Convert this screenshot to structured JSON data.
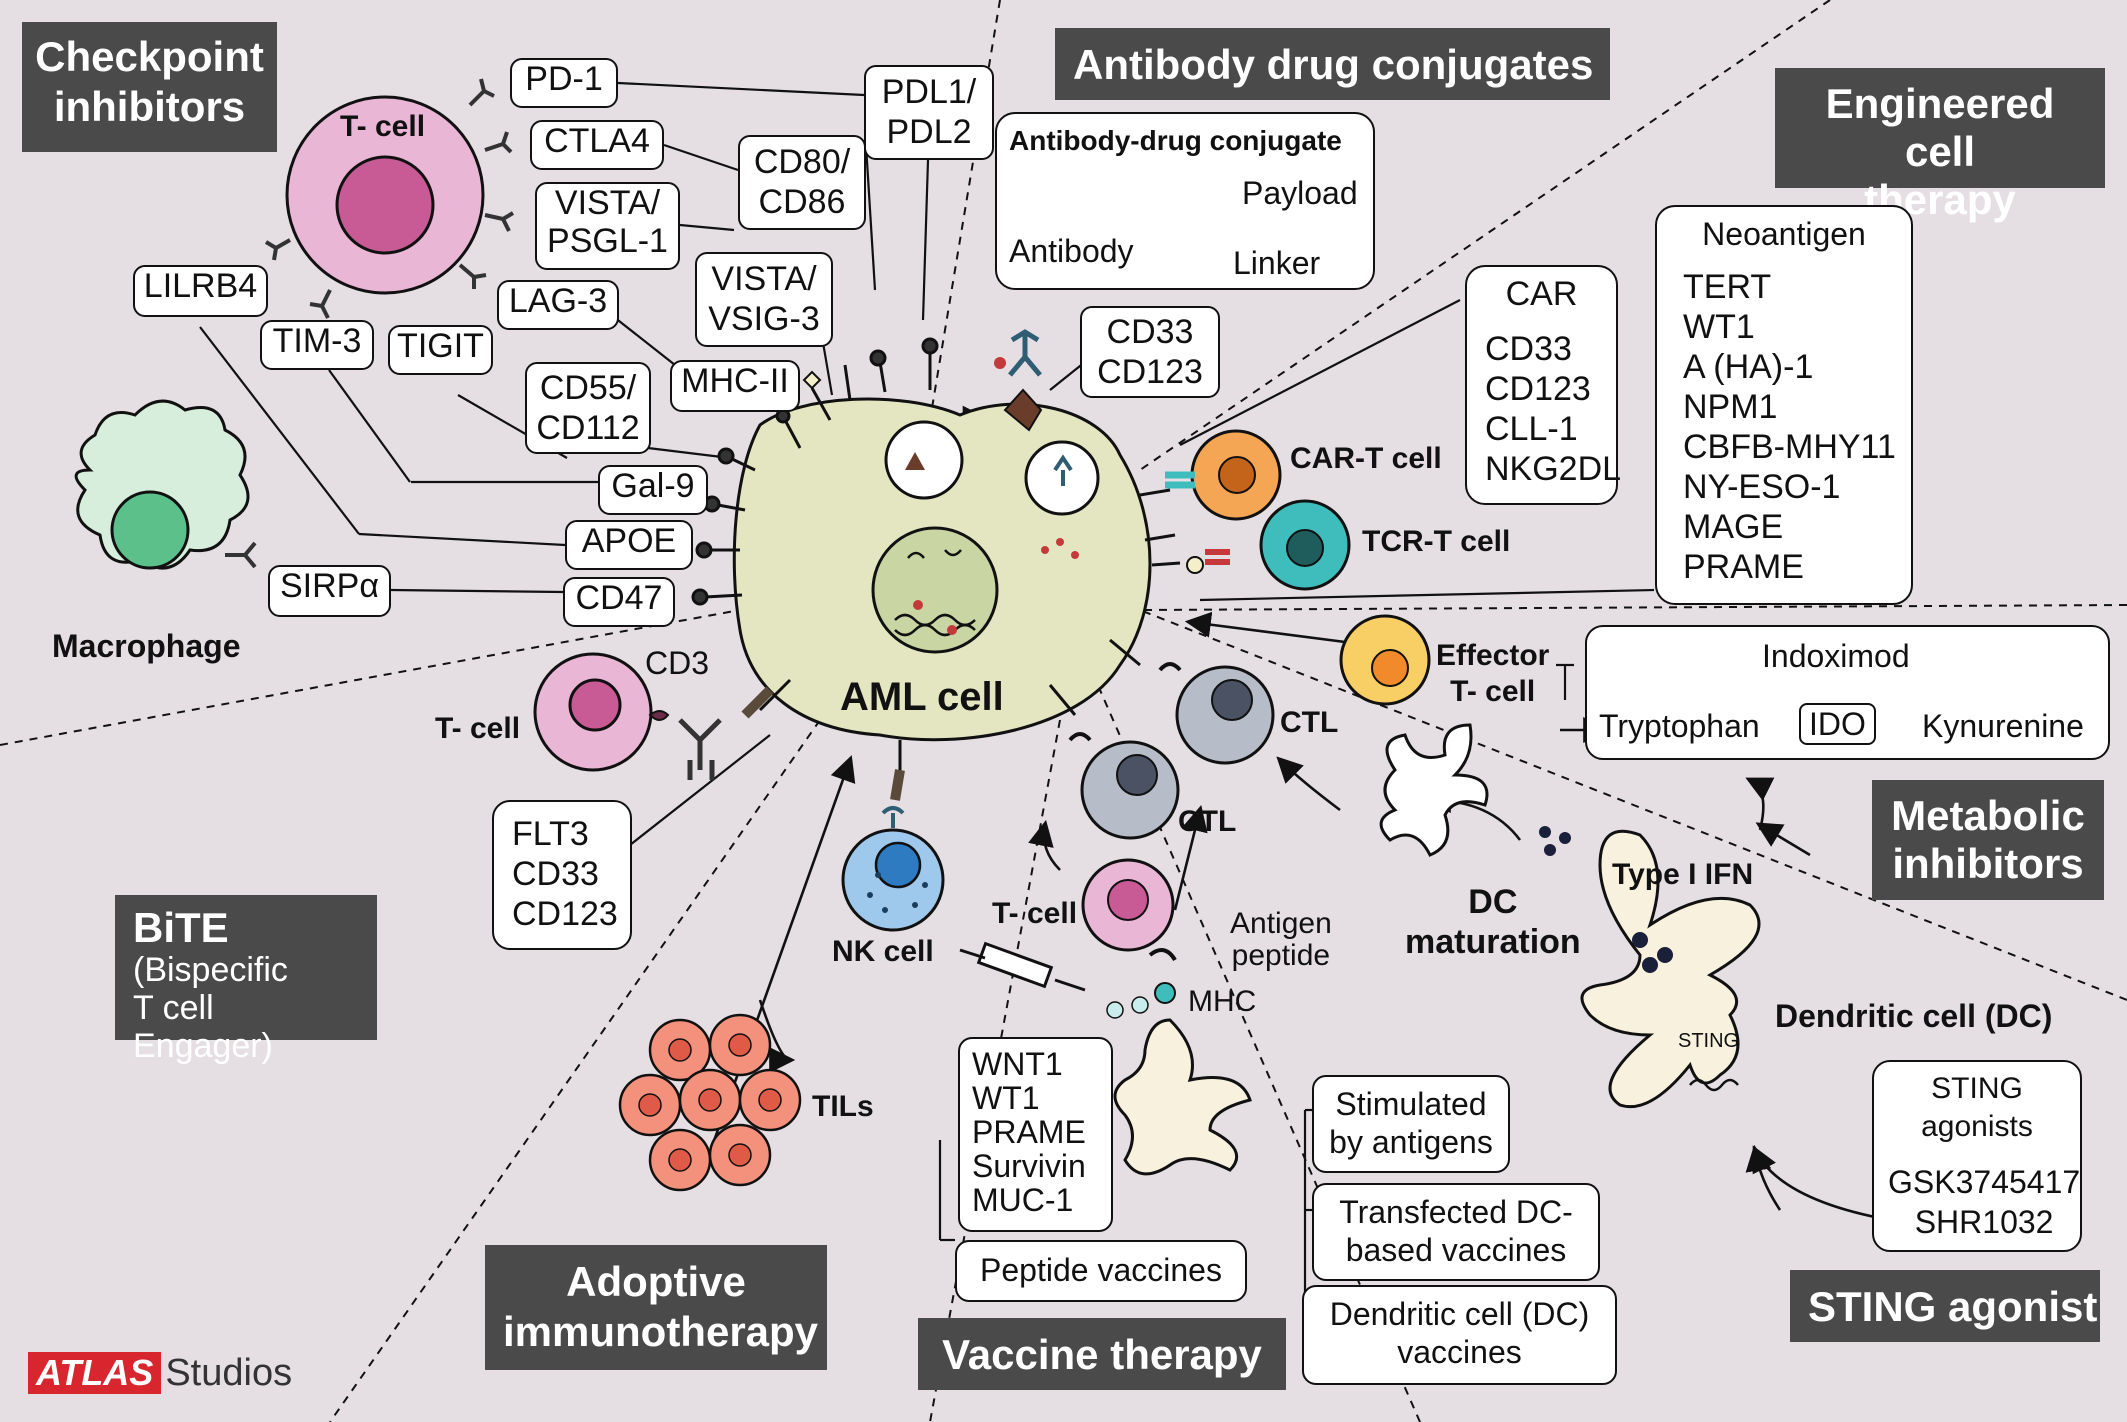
{
  "sections": {
    "checkpoint": "Checkpoint\ninhibitors",
    "adc": "Antibody drug conjugates",
    "engineered": "Engineered cell\ntherapy",
    "metabolic": "Metabolic\ninhibitors",
    "sting": "STING agonist",
    "vaccine": "Vaccine therapy",
    "adoptive": "Adoptive\nimmunotherapy",
    "bite_title": "BiTE",
    "bite_sub": "(Bispecific\nT cell Engager)"
  },
  "cells": {
    "aml": "AML cell",
    "tcell_top": "T- cell",
    "macrophage": "Macrophage",
    "tcell_bite": "T- cell",
    "cd3": "CD3",
    "nk": "NK cell",
    "tils": "TILs",
    "car_t": "CAR-T cell",
    "tcr_t": "TCR-T cell",
    "effector": "Effector\nT- cell",
    "ctl1": "CTL",
    "ctl2": "CTL",
    "tcell_vac": "T- cell",
    "antigen_peptide": "Antigen\npeptide",
    "mhc": "MHC",
    "dc_maturation": "DC\nmaturation",
    "type1_ifn": "Type I IFN",
    "dendritic": "Dendritic cell (DC)",
    "sting_inner": "STING"
  },
  "checkpoint_labels": {
    "pd1": "PD-1",
    "ctla4": "CTLA4",
    "vista_psgl": "VISTA/\nPSGL-1",
    "lag3": "LAG-3",
    "lilrb4": "LILRB4",
    "tim3": "TIM-3",
    "tigit": "TIGIT",
    "pdl": "PDL1/\nPDL2",
    "cd80": "CD80/\nCD86",
    "vista_vsig": "VISTA/\nVSIG-3",
    "mhc2": "MHC-II",
    "cd55": "CD55/\nCD112",
    "gal9": "Gal-9",
    "apoe": "APOE",
    "sirpa": "SIRPα",
    "cd47": "CD47"
  },
  "adc": {
    "title": "Antibody-drug conjugate",
    "payload": "Payload",
    "antibody": "Antibody",
    "linker": "Linker",
    "targets": "CD33\nCD123"
  },
  "car": {
    "title": "CAR",
    "items": "CD33\nCD123\nCLL-1\nNKG2DL"
  },
  "neoantigen": {
    "title": "Neoantigen",
    "items": "TERT\nWT1\nA (HA)-1\nNPM1\nCBFB-MHY11\nNY-ESO-1\nMAGE\nPRAME"
  },
  "ido": {
    "indoximod": "Indoximod",
    "tryptophan": "Tryptophan",
    "ido": "IDO",
    "kynurenine": "Kynurenine"
  },
  "sting_box": {
    "title": "STING\nagonists",
    "items": "GSK3745417\nSHR1032"
  },
  "bite_targets": "FLT3\nCD33\nCD123",
  "vaccines": {
    "peptide_list": "WNT1\nWT1\nPRAME\nSurvivin\nMUC-1",
    "peptide": "Peptide vaccines",
    "stimulated": "Stimulated\nby antigens",
    "transfected": "Transfected DC-\nbased vaccines",
    "dc_vaccines": "Dendritic cell (DC)\nvaccines"
  },
  "logo": {
    "brand": "ATLAS",
    "suffix": "Studios"
  },
  "colors": {
    "background": "#e5dfe3",
    "header": "#4a4a4a",
    "aml_cell": "#e4e6c2",
    "tcell": "#e9b6d6",
    "macrophage": "#d7eedd",
    "car_t": "#f5a655",
    "tcr_t": "#3fbdbd",
    "effector": "#f8cf64",
    "ctl": "#b6bcc8",
    "nk": "#9ec8ec",
    "tils": "#f3917c",
    "dc": "#f7f1dd"
  }
}
